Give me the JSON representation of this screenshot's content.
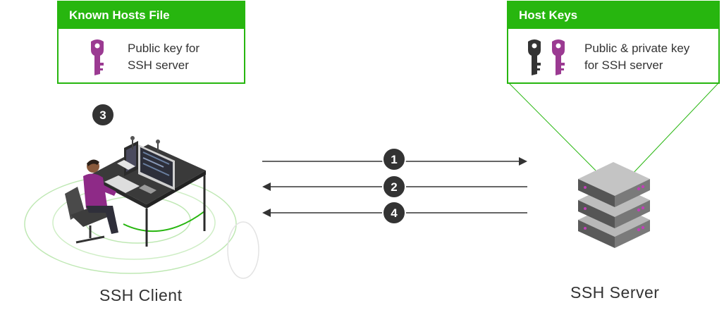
{
  "known_hosts": {
    "title": "Known Hosts File",
    "line1": "Public key for",
    "line2": "SSH server",
    "key_icon": "purple-key-icon"
  },
  "host_keys": {
    "title": "Host Keys",
    "line1": "Public & private key",
    "line2": "for SSH server",
    "key_icons": [
      "dark-key-icon",
      "purple-key-icon"
    ]
  },
  "client_label": "SSH Client",
  "server_label": "SSH Server",
  "steps": [
    {
      "number": "1",
      "direction": "client-to-server"
    },
    {
      "number": "2",
      "direction": "server-to-client"
    },
    {
      "number": "4",
      "direction": "server-to-client"
    }
  ],
  "client_step": "3",
  "colors": {
    "accent_green": "#27b60f",
    "badge": "#333333",
    "key_purple": "#9b3a92",
    "key_dark": "#333333",
    "person_shirt": "#8e2a87"
  }
}
